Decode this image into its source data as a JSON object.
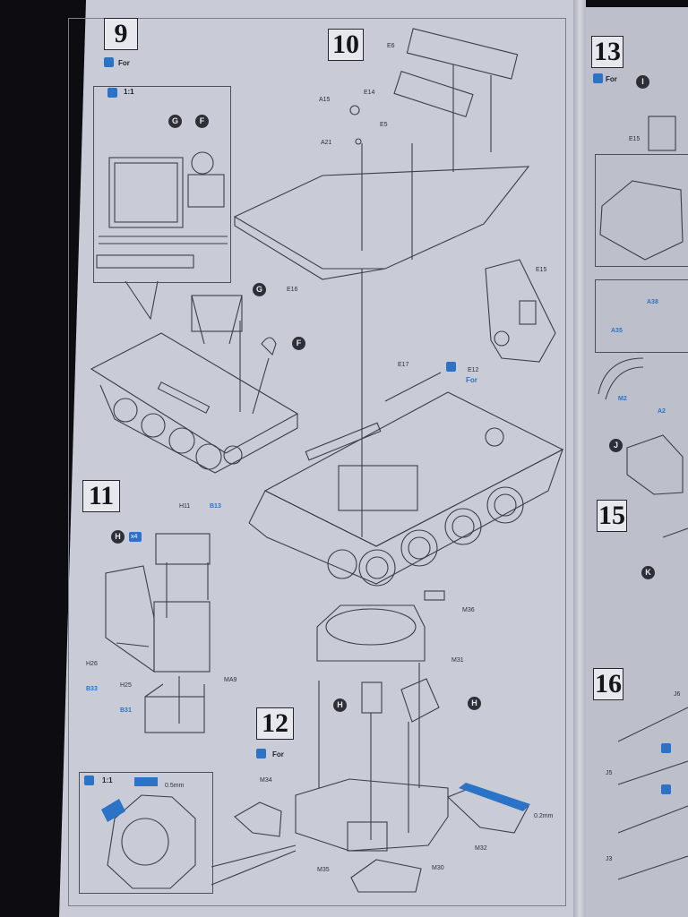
{
  "steps": {
    "s9": "9",
    "s10": "10",
    "s11": "11",
    "s12": "12",
    "s13": "13",
    "s15": "15",
    "s16": "16"
  },
  "scale": {
    "a": "1:1",
    "b": "1:1"
  },
  "for_labels": {
    "for_a": "For",
    "for_b": "For",
    "for_b2": "For",
    "for_13": "For"
  },
  "circles": {
    "G": "G",
    "F": "F",
    "G2": "G",
    "F2": "F",
    "H": "H",
    "H2": "H",
    "H3": "H",
    "I": "I",
    "J": "J",
    "K": "K"
  },
  "parts": {
    "E6": "E6",
    "A15": "A15",
    "E14": "E14",
    "E5": "E5",
    "A21": "A21",
    "E16": "E16",
    "E15": "E15",
    "E17": "E17",
    "E12": "E12",
    "H11": "H11",
    "B13": "B13",
    "H26": "H26",
    "B33": "B33",
    "H25": "H25",
    "B31": "B31",
    "MA9": "MA9",
    "M36": "M36",
    "M31": "M31",
    "M34": "M34",
    "M35": "M35",
    "M30": "M30",
    "M32": "M32",
    "E15b": "E15",
    "A38": "A38",
    "A35": "A35",
    "M2": "M2",
    "A2": "A2",
    "J5": "J5",
    "J6": "J6",
    "J3": "J3"
  },
  "dims": {
    "d1": "0.5mm",
    "d2": "0.2mm"
  },
  "counts": {
    "x4": "x4"
  },
  "colors": {
    "sheet": "#c9ccd6",
    "ink": "#2d2f36",
    "accent": "#2a73c7",
    "background": "#0d0c10"
  }
}
